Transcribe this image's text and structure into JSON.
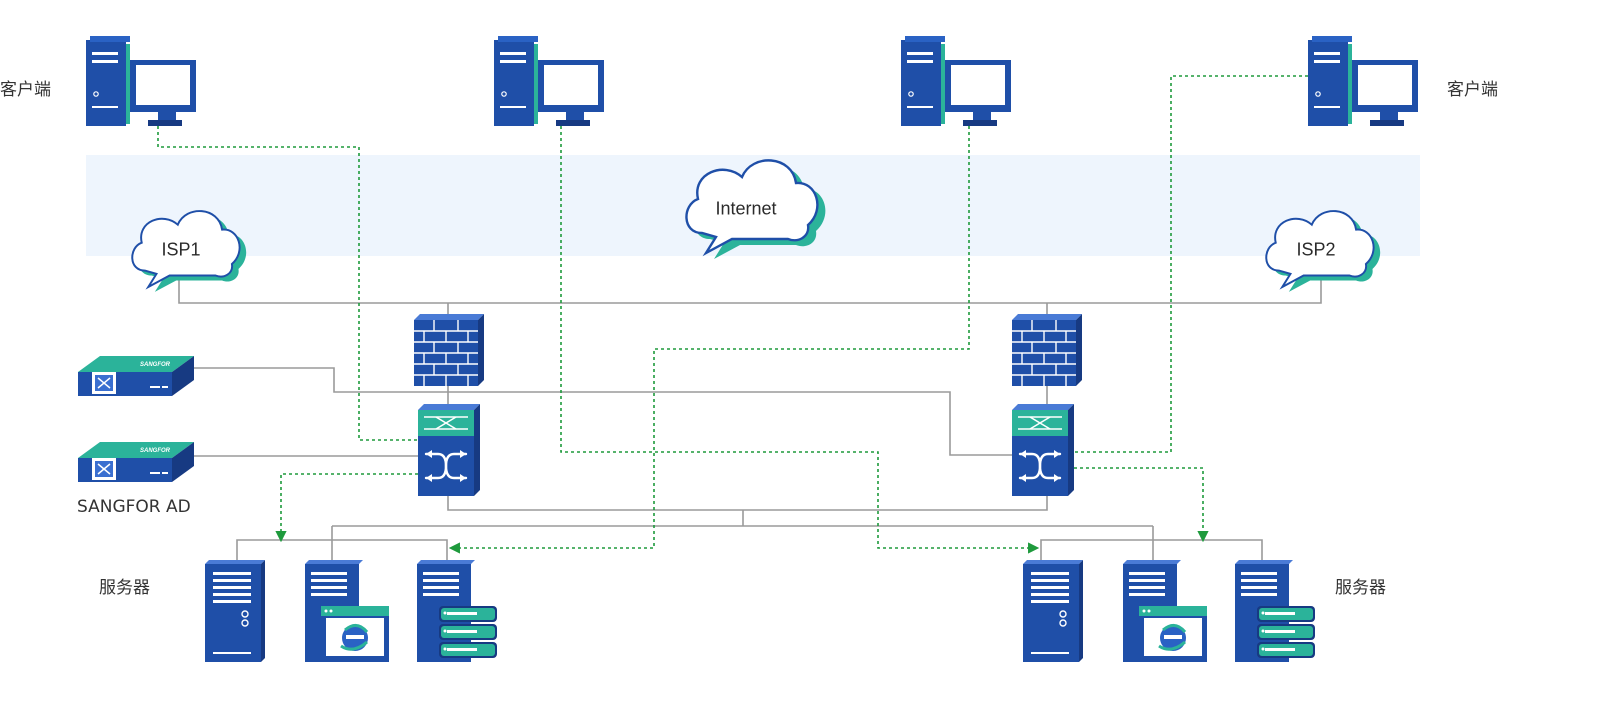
{
  "labels": {
    "client_left": "客户端",
    "client_right": "客户端",
    "server_left": "服务器",
    "server_right": "服务器",
    "sangfor_ad": "SANGFOR AD"
  },
  "clouds": {
    "internet": "Internet",
    "isp1": "ISP1",
    "isp2": "ISP2"
  },
  "device_brand": "SANGFOR",
  "colors": {
    "device_blue": "#1f4fa8",
    "device_dark": "#173a82",
    "device_teal": "#2bb39a",
    "internet_band": "#eef5fd",
    "link_gray": "#9a9a9a",
    "flow_green": "#1e9a3c"
  }
}
